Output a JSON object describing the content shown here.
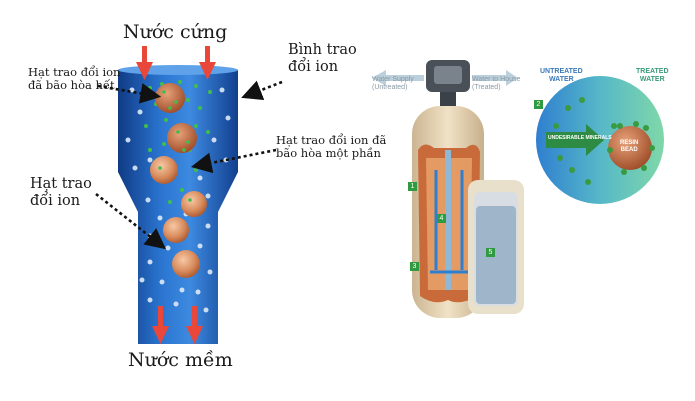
{
  "left_diagram": {
    "top_label": "Nước cứng",
    "bottom_label": "Nước mềm",
    "vessel_label": [
      "Bình trao",
      "đổi ion"
    ],
    "fully_saturated_label": [
      "Hạt trao đổi ion",
      "đã bão hòa hết"
    ],
    "partially_saturated_label": [
      "Hạt trao đổi ion đã",
      "bão hòa một phần"
    ],
    "bead_label": [
      "Hạt trao",
      "đổi ion"
    ]
  },
  "softener_diagram": {
    "inlet_label": [
      "Water Supply",
      "(Untreated)"
    ],
    "outlet_label": [
      "Water to House",
      "(Treated)"
    ],
    "callouts": [
      "1",
      "2",
      "3",
      "4",
      "5"
    ]
  },
  "bead_diagram": {
    "untreated_label": [
      "UNTREATED",
      "WATER"
    ],
    "treated_label": [
      "TREATED",
      "WATER"
    ],
    "arrow_label": "UNDESIRABLE MINERALS",
    "bead_label": [
      "RESIN",
      "BEAD"
    ]
  },
  "colors": {
    "vessel_blue": "#1f5fb8",
    "arrow_red": "#e8473a",
    "bead_orange": "#d98b5f",
    "mineral_green": "#3a9a3f",
    "tank_tan": "#e9d7b8"
  }
}
